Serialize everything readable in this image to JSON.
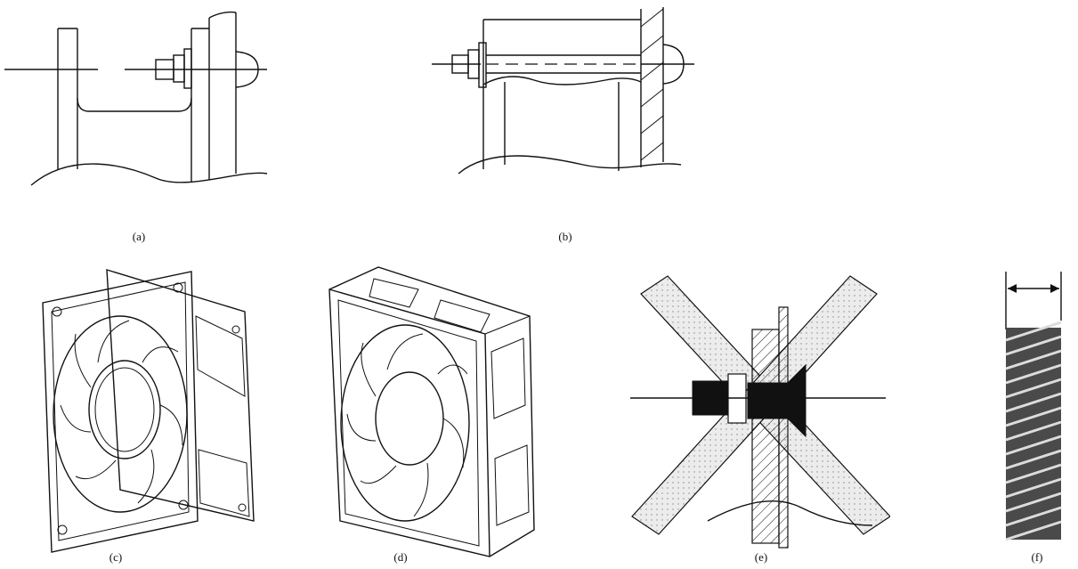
{
  "figure": {
    "panels": [
      {
        "id": "a",
        "caption": "(a)",
        "subject": "bolt-through-bracket-cross-section"
      },
      {
        "id": "b",
        "caption": "(b)",
        "subject": "bolt-through-block-cross-section"
      },
      {
        "id": "c",
        "caption": "(c)",
        "subject": "axial-fan-front-view"
      },
      {
        "id": "d",
        "caption": "(d)",
        "subject": "axial-fan-angled-view"
      },
      {
        "id": "e",
        "caption": "(e)",
        "subject": "crossed-out-incorrect-screw-mounting"
      },
      {
        "id": "f",
        "caption": "(f)",
        "subject": "threaded-screw-shank"
      }
    ],
    "colors": {
      "line": "#111111",
      "background": "#ffffff",
      "stipple": "#cfcfcf"
    }
  }
}
